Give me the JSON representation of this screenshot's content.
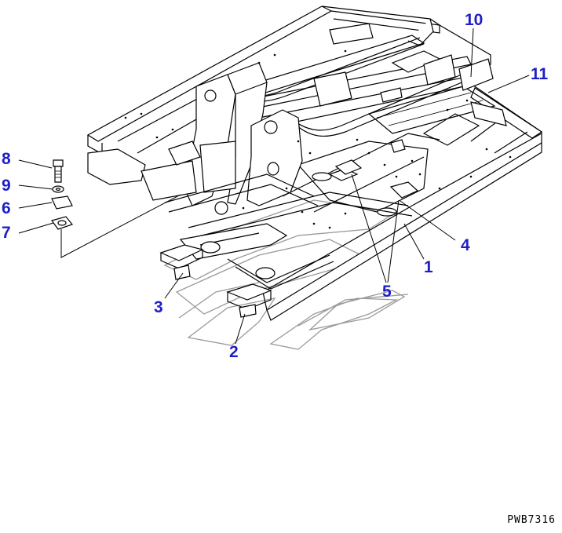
{
  "diagram": {
    "callouts": [
      "1",
      "2",
      "3",
      "4",
      "5",
      "6",
      "7",
      "8",
      "9",
      "10",
      "11"
    ],
    "drawing_number": "PWB7316"
  }
}
